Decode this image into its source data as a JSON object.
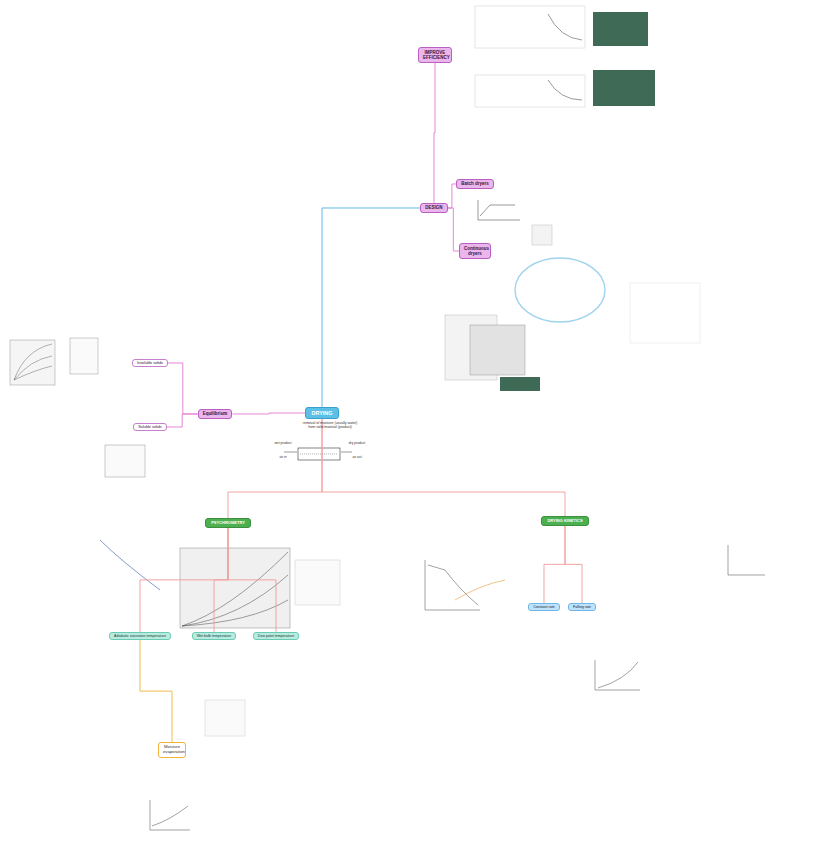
{
  "diagram": {
    "nodes": [
      {
        "text": [
          "DRYING"
        ]
      },
      {
        "text": [
          "IMPROVE EFFICIENCY"
        ]
      },
      {
        "text": [
          "DESIGN"
        ]
      },
      {
        "text": [
          "Batch dryers"
        ]
      },
      {
        "text": [
          "Continuous dryers"
        ]
      },
      {
        "text": [
          "Equilibrium"
        ]
      },
      {
        "text": [
          "Insoluble solids"
        ]
      },
      {
        "text": [
          "Soluble solids"
        ]
      },
      {
        "text": [
          "PSYCHROMETRY"
        ]
      },
      {
        "text": [
          "Adiabatic saturation temperature"
        ]
      },
      {
        "text": [
          "Wet bulb temperature"
        ]
      },
      {
        "text": [
          "Dew point temperature"
        ]
      },
      {
        "text": [
          "Moisture evaporation"
        ]
      },
      {
        "text": [
          "DRYING KINETICS"
        ]
      },
      {
        "text": [
          "Constant rate"
        ]
      },
      {
        "text": [
          "Falling rate"
        ]
      }
    ],
    "edges": [
      {
        "from": 0,
        "to": 2,
        "arrow": "none"
      },
      {
        "from": 2,
        "to": 1,
        "arrow": "none"
      },
      {
        "from": 2,
        "to": 3,
        "arrow": "none"
      },
      {
        "from": 2,
        "to": 4,
        "arrow": "none"
      },
      {
        "from": 0,
        "to": 5,
        "arrow": "none"
      },
      {
        "from": 5,
        "to": 6,
        "arrow": "none"
      },
      {
        "from": 5,
        "to": 7,
        "arrow": "none"
      },
      {
        "from": 0,
        "to": 8,
        "arrow": "none"
      },
      {
        "from": 0,
        "to": 13,
        "arrow": "none"
      },
      {
        "from": 8,
        "to": 9,
        "arrow": "none"
      },
      {
        "from": 8,
        "to": 10,
        "arrow": "none"
      },
      {
        "from": 8,
        "to": 11,
        "arrow": "none"
      },
      {
        "from": 9,
        "to": 12,
        "arrow": "none"
      },
      {
        "from": 13,
        "to": 14,
        "arrow": "none"
      },
      {
        "from": 13,
        "to": 15,
        "arrow": "none"
      }
    ],
    "labels": [
      "removal of moisture (usually water) from solid material (product)",
      "wet product",
      "dry product",
      "air in",
      "air out"
    ]
  }
}
